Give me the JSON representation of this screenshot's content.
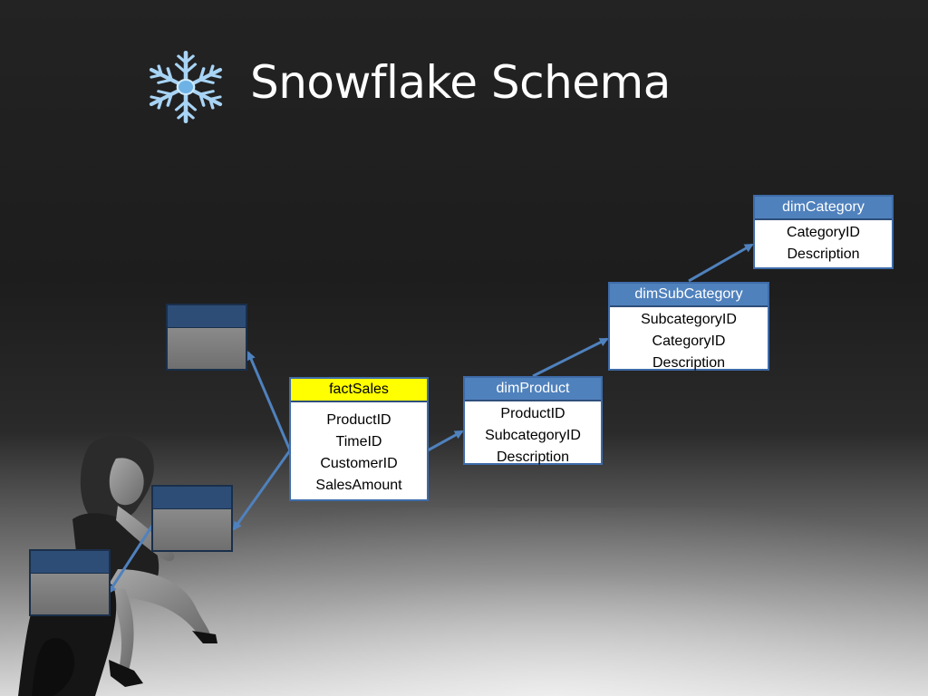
{
  "slide": {
    "title": "Snowflake Schema"
  },
  "icons": {
    "title_icon": "snowflake-icon",
    "photo": "seated-woman-photo"
  },
  "colors": {
    "accent_blue": "#4f81bd",
    "fact_header": "#ffff00",
    "connector": "#4f81bd",
    "placeholder_header": "#2d4d77",
    "placeholder_body": "#7f7f7f"
  },
  "tables": {
    "factSales": {
      "header": "factSales",
      "fields": [
        "ProductID",
        "TimeID",
        "CustomerID",
        "SalesAmount"
      ]
    },
    "dimProduct": {
      "header": "dimProduct",
      "fields": [
        "ProductID",
        "SubcategoryID",
        "Description"
      ]
    },
    "dimSubCategory": {
      "header": "dimSubCategory",
      "fields": [
        "SubcategoryID",
        "CategoryID",
        "Description"
      ]
    },
    "dimCategory": {
      "header": "dimCategory",
      "fields": [
        "CategoryID",
        "Description"
      ]
    }
  },
  "relationships": [
    {
      "from": "factSales",
      "to": "dimProduct"
    },
    {
      "from": "dimProduct",
      "to": "dimSubCategory"
    },
    {
      "from": "dimSubCategory",
      "to": "dimCategory"
    },
    {
      "from": "factSales",
      "to": "placeholder-top"
    },
    {
      "from": "factSales",
      "to": "placeholder-middle"
    },
    {
      "from": "placeholder-middle",
      "to": "placeholder-bottom"
    }
  ]
}
